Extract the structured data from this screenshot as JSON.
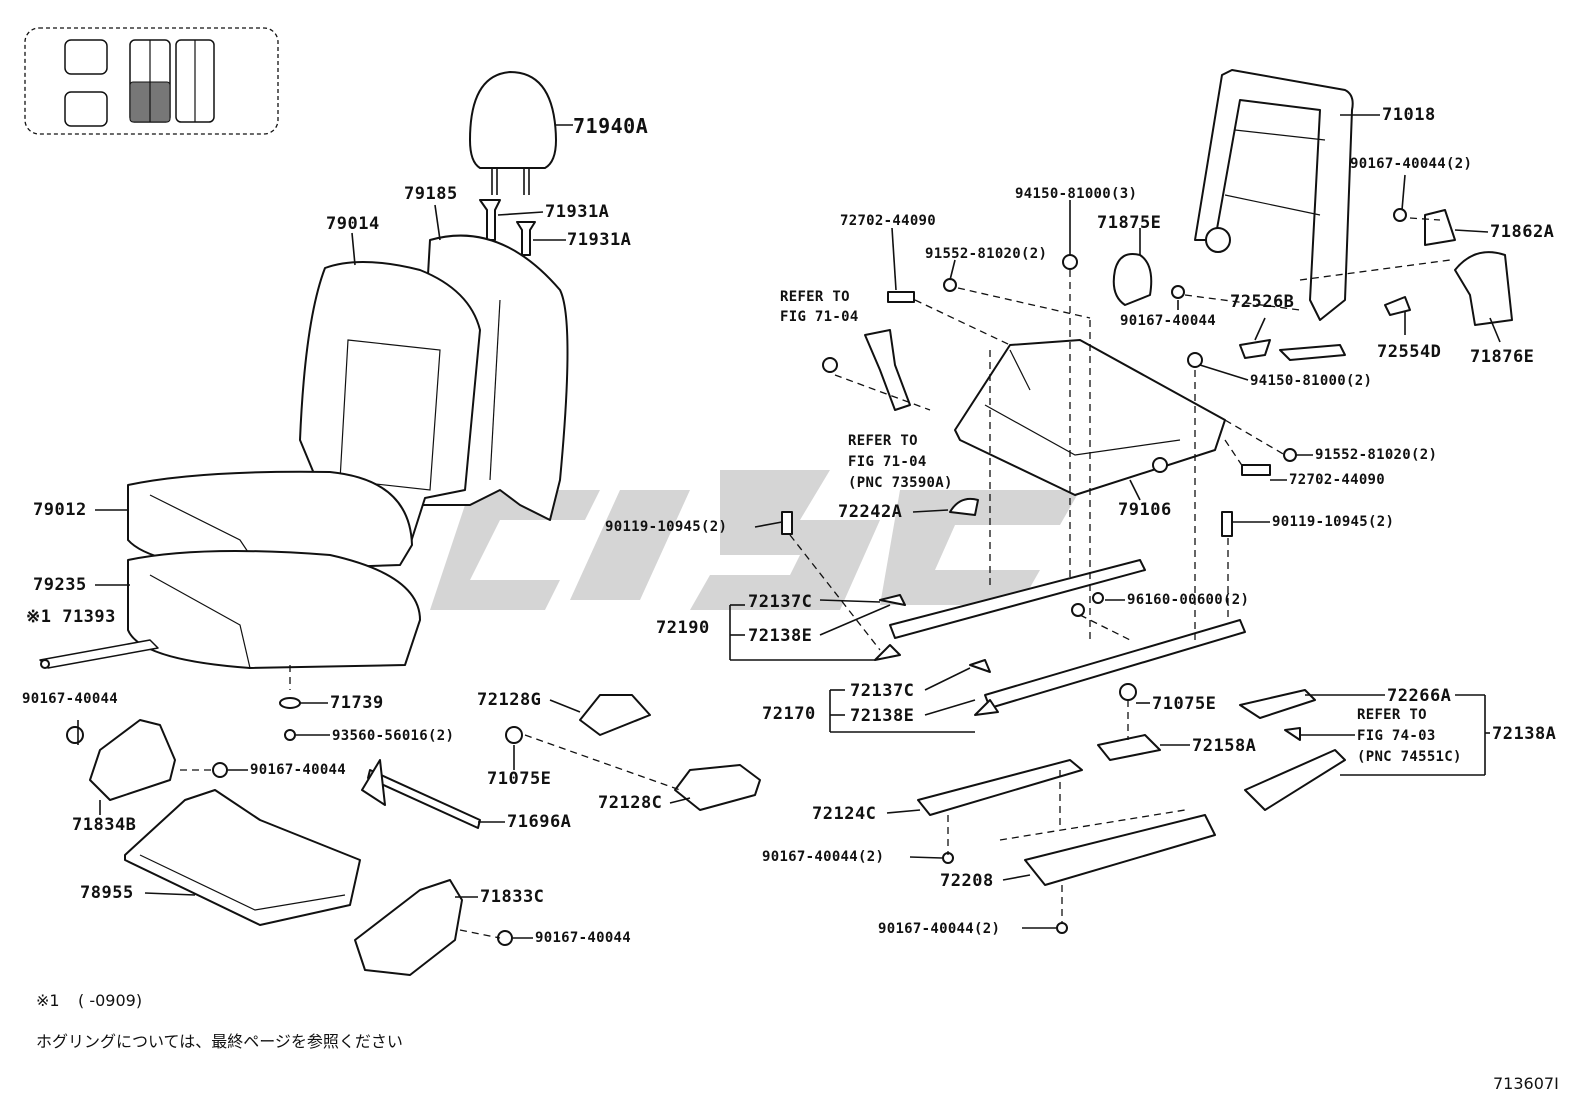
{
  "figure_number": "713607I",
  "watermark": "CJSC",
  "footnote": {
    "marker": "※1",
    "range": "(      -0909)",
    "text": "ホグリングについては、最終ページを参照ください"
  },
  "labels": {
    "p71940A": "71940A",
    "p71931A_1": "71931A",
    "p71931A_2": "71931A",
    "p79185": "79185",
    "p79014": "79014",
    "p79012": "79012",
    "p79235": "79235",
    "p71393": "※1 71393",
    "p90167_a": "90167-40044",
    "p71739": "71739",
    "p93560": "93560-56016(2)",
    "p71834B": "71834B",
    "p90167_b": "90167-40044",
    "p78955": "78955",
    "p71833C": "71833C",
    "p90167_c": "90167-40044",
    "p72128G": "72128G",
    "p71075E_a": "71075E",
    "p72128C": "72128C",
    "p71696A": "71696A",
    "p71018": "71018",
    "p90167_d": "90167-40044(2)",
    "p71862A": "71862A",
    "p94150_3": "94150-81000(3)",
    "p71875E": "71875E",
    "p72702_a": "72702-44090",
    "p91552_a": "91552-81020(2)",
    "p90167_e": "90167-40044",
    "p72526B": "72526B",
    "p72554D": "72554D",
    "p71876E": "71876E",
    "p94150_2": "94150-81000(2)",
    "p91552_b": "91552-81020(2)",
    "p72702_b": "72702-44090",
    "p79106": "79106",
    "p72242A": "72242A",
    "p90119_a": "90119-10945(2)",
    "p90119_b": "90119-10945(2)",
    "p72137C_a": "72137C",
    "p72190": "72190",
    "p72138E_a": "72138E",
    "p96160": "96160-00600(2)",
    "p72137C_b": "72137C",
    "p72170": "72170",
    "p72138E_b": "72138E",
    "p71075E_b": "71075E",
    "p72266A": "72266A",
    "p72138A": "72138A",
    "p72158A": "72158A",
    "p72124C": "72124C",
    "p90167_f": "90167-40044(2)",
    "p72208": "72208",
    "p90167_g": "90167-40044(2)"
  },
  "refer_notes": {
    "refer_1_line1": "REFER TO",
    "refer_1_line2": "FIG 71-04",
    "refer_2_line1": "REFER TO",
    "refer_2_line2": "FIG 71-04",
    "refer_2_line3": "(PNC 73590A)",
    "refer_3_line1": "REFER TO",
    "refer_3_line2": "FIG 74-03",
    "refer_3_line3": "(PNC 74551C)"
  }
}
